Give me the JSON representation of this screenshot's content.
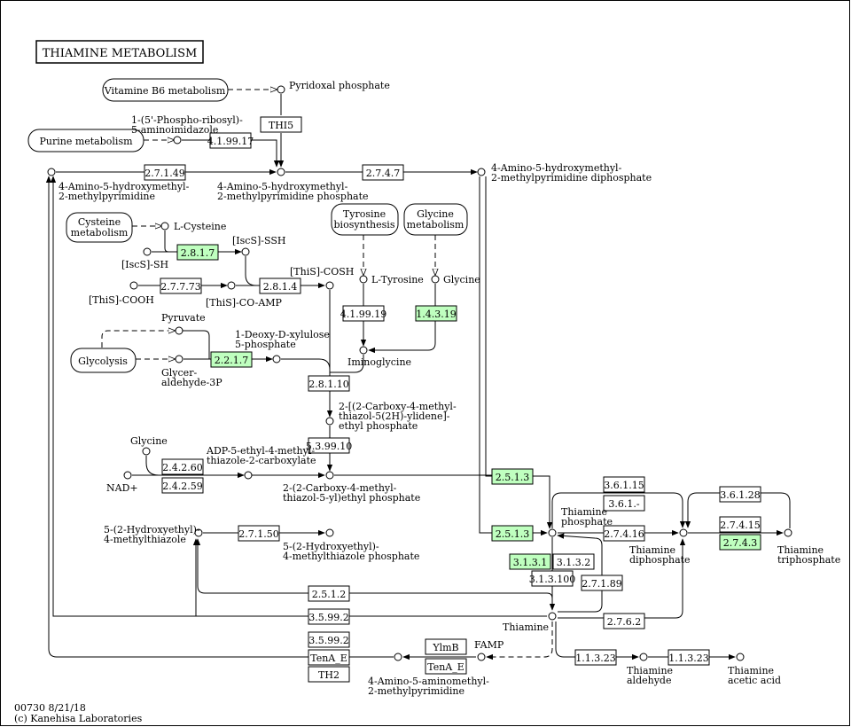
{
  "title": "THIAMINE  METABOLISM",
  "footer": {
    "line1": "00730 8/21/18",
    "line2": "(c) Kanehisa Laboratories"
  },
  "pathway_maps": {
    "b6": "Vitamine B6 metabolism",
    "purine": "Purine metabolism",
    "cys1": "Cysteine",
    "cys2": "metabolism",
    "glycolysis": "Glycolysis",
    "tyr1": "Tyrosine",
    "tyr2": "biosynthesis",
    "gly1": "Glycine",
    "gly2": "metabolism"
  },
  "compounds": {
    "pyridoxal": "Pyridoxal phosphate",
    "air1": "1-(5'-Phospho-ribosyl)-",
    "air2": "5-aminoimidazole",
    "hmp1": "4-Amino-5-hydroxymethyl-",
    "hmp2": "2-methylpyrimidine",
    "hmpp1": "4-Amino-5-hydroxymethyl-",
    "hmpp2": "2-methylpyrimidine phosphate",
    "hmppp1": "4-Amino-5-hydroxymethyl-",
    "hmppp2": "2-methylpyrimidine diphosphate",
    "lcys": "L-Cysteine",
    "iscs_ssh": "[IscS]-SSH",
    "iscs_sh": "[IscS]-SH",
    "this_cosh": "[ThiS]-COSH",
    "this_cooh": "[ThiS]-COOH",
    "this_coamp": "[ThiS]-CO-AMP",
    "ltyr": "L-Tyrosine",
    "glycine": "Glycine",
    "pyruvate": "Pyruvate",
    "dxp1": "1-Deoxy-D-xylulose",
    "dxp2": "5-phosphate",
    "g3p1": "Glycer-",
    "g3p2": "aldehyde-3P",
    "iminogly": "Iminoglycine",
    "cthz1": "2-[(2-Carboxy-4-methyl-",
    "cthz2": "thiazol-5(2H)-ylidene]-",
    "cthz3": "ethyl phosphate",
    "glycine2": "Glycine",
    "adp1": "ADP-5-ethyl-4-methyl-",
    "adp2": "thiazole-2-carboxylate",
    "nad": "NAD+",
    "cthzp1": "2-(2-Carboxy-4-methyl-",
    "cthzp2": "thiazol-5-yl)ethyl phosphate",
    "hmt1": "5-(2-Hydroxyethyl)-",
    "hmt2": "4-methylthiazole",
    "hmtp1": "5-(2-Hydroxyethyl)-",
    "hmtp2": "4-methylthiazole phosphate",
    "tmp1": "Thiamine",
    "tmp2": "phosphate",
    "tdp1": "Thiamine",
    "tdp2": "diphosphate",
    "ttp1": "Thiamine",
    "ttp2": "triphosphate",
    "thiamine": "Thiamine",
    "famp": "FAMP",
    "aminopyr1": "4-Amino-5-aminomethyl-",
    "aminopyr2": "2-methylpyrimidine",
    "thald1": "Thiamine",
    "thald2": "aldehyde",
    "thacid1": "Thiamine",
    "thacid2": "acetic acid"
  },
  "enzymes": {
    "thi5": "THI5",
    "e41_99_17": "4.1.99.17",
    "e2_7_1_49": "2.7.1.49",
    "e2_7_4_7": "2.7.4.7",
    "e2_8_1_7": "2.8.1.7",
    "e2_7_7_73": "2.7.7.73",
    "e2_8_1_4": "2.8.1.4",
    "e4_1_99_19": "4.1.99.19",
    "e1_4_3_19": "1.4.3.19",
    "e2_2_1_7": "2.2.1.7",
    "e2_8_1_10": "2.8.1.10",
    "e5_3_99_10": "5.3.99.10",
    "e2_4_2_60": "2.4.2.60",
    "e2_4_2_59": "2.4.2.59",
    "e2_5_1_3a": "2.5.1.3",
    "e2_5_1_3b": "2.5.1.3",
    "e2_7_1_50": "2.7.1.50",
    "e3_6_1_15": "3.6.1.15",
    "e3_6_1_": "3.6.1.-",
    "e3_6_1_28": "3.6.1.28",
    "e2_7_4_16": "2.7.4.16",
    "e2_7_4_15": "2.7.4.15",
    "e2_7_4_3": "2.7.4.3",
    "e3_1_3_1": "3.1.3.1",
    "e3_1_3_2": "3.1.3.2",
    "e3_1_3_100": "3.1.3.100",
    "e2_7_1_89": "2.7.1.89",
    "e2_5_1_2": "2.5.1.2",
    "e3_5_99_2a": "3.5.99.2",
    "e2_7_6_2": "2.7.6.2",
    "e3_5_99_2b": "3.5.99.2",
    "tenae1": "TenA_E",
    "th2": "TH2",
    "ylmb": "YlmB",
    "tenae2": "TenA_E",
    "e1_1_3_23a": "1.1.3.23",
    "e1_1_3_23b": "1.1.3.23"
  },
  "colors": {
    "gene_present": "#bfffbf",
    "box": "#ffffff",
    "line": "#000000"
  }
}
